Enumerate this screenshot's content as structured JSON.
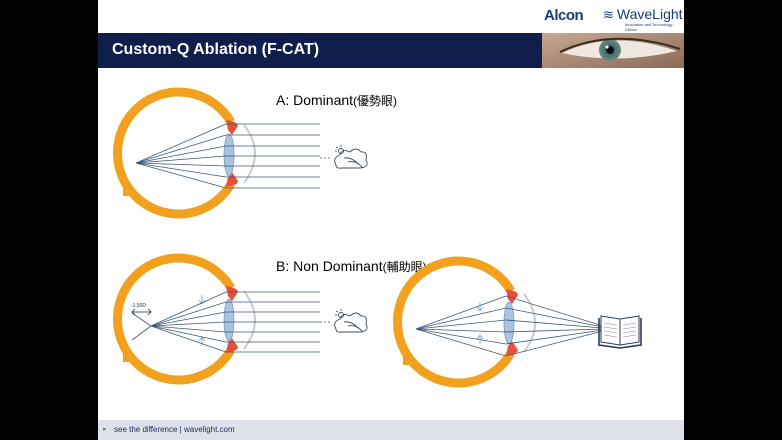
{
  "header": {
    "brand_alcon": "Alcon",
    "brand_wavelight": "WaveLight",
    "brand_wavelight_sub": "Innovation and Technology Center"
  },
  "title": "Custom-Q Ablation (F-CAT)",
  "section_a": {
    "label": "A: Dominant",
    "label_cjk": "(優勢眼)"
  },
  "section_b": {
    "label": "B: Non Dominant",
    "label_cjk": "(輔助眼)",
    "measure": "-1.50D"
  },
  "footer": {
    "text": "see the difference | wavelight.com"
  },
  "colors": {
    "title_bar": "#0f1e4a",
    "sclera": "#f5a623",
    "iris": "#e8503a",
    "lens": "#a9c4de",
    "ray": "#3a5a7a"
  }
}
